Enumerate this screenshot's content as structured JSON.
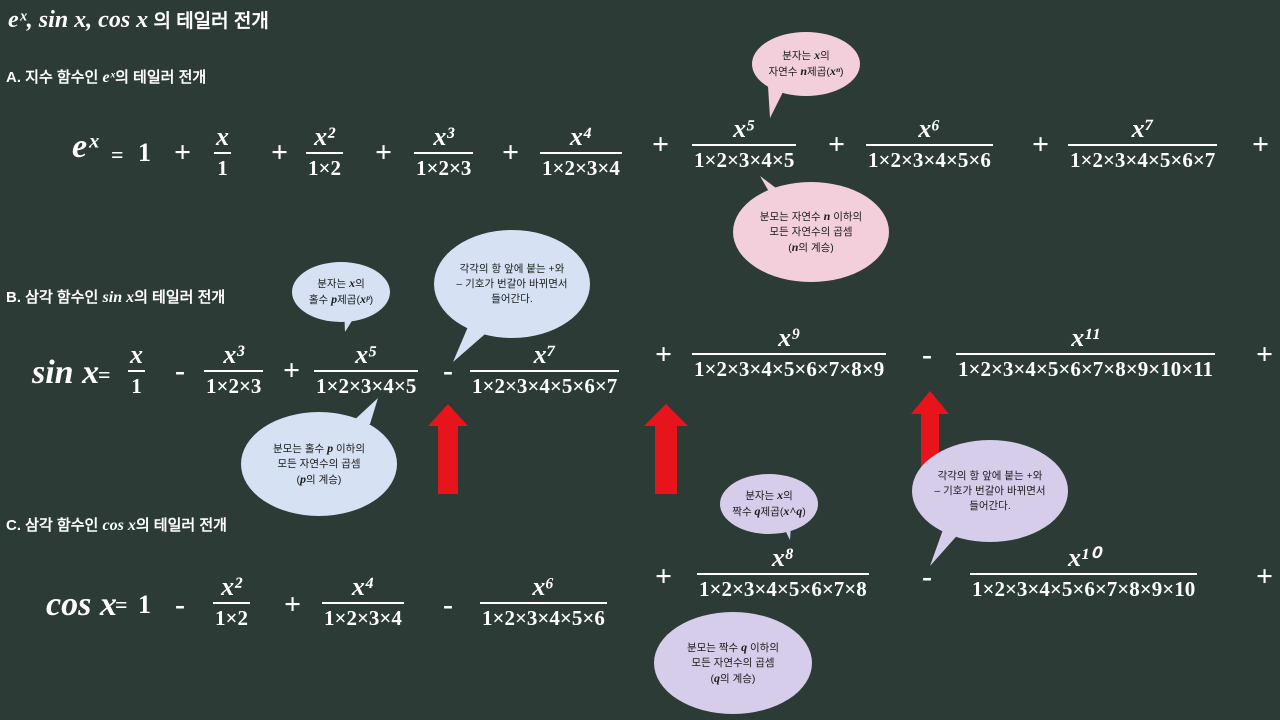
{
  "title": {
    "math": "eˣ, sin x, cos x",
    "text": "의 테일러 전개"
  },
  "sections": {
    "a": {
      "prefix": "A. 지수 함수인 ",
      "math": "eˣ",
      "suffix": "의 테일러 전개"
    },
    "b": {
      "prefix": "B. 삼각 함수인 ",
      "math": "sin x",
      "suffix": "의 테일러 전개"
    },
    "c": {
      "prefix": "C. 삼각 함수인 ",
      "math": "cos x",
      "suffix": "의 테일러 전개"
    }
  },
  "formulas": {
    "exp": {
      "lhs": "eˣ",
      "eq": "=",
      "const": "1",
      "terms": [
        {
          "op": "+",
          "num": "x",
          "den": "1"
        },
        {
          "op": "+",
          "num": "x²",
          "den": "1×2"
        },
        {
          "op": "+",
          "num": "x³",
          "den": "1×2×3"
        },
        {
          "op": "+",
          "num": "x⁴",
          "den": "1×2×3×4"
        },
        {
          "op": "+",
          "num": "x⁵",
          "den": "1×2×3×4×5"
        },
        {
          "op": "+",
          "num": "x⁶",
          "den": "1×2×3×4×5×6"
        },
        {
          "op": "+",
          "num": "x⁷",
          "den": "1×2×3×4×5×6×7"
        }
      ],
      "trail": "+"
    },
    "sin": {
      "lhs": "sin x",
      "eq": "=",
      "terms": [
        {
          "op": "",
          "num": "x",
          "den": "1"
        },
        {
          "op": "-",
          "num": "x³",
          "den": "1×2×3"
        },
        {
          "op": "+",
          "num": "x⁵",
          "den": "1×2×3×4×5"
        },
        {
          "op": "-",
          "num": "x⁷",
          "den": "1×2×3×4×5×6×7"
        },
        {
          "op": "+",
          "num": "x⁹",
          "den": "1×2×3×4×5×6×7×8×9"
        },
        {
          "op": "-",
          "num": "x¹¹",
          "den": "1×2×3×4×5×6×7×8×9×10×11"
        }
      ],
      "trail": "+"
    },
    "cos": {
      "lhs": "cos x",
      "eq": "=",
      "const": "1",
      "terms": [
        {
          "op": "-",
          "num": "x²",
          "den": "1×2"
        },
        {
          "op": "+",
          "num": "x⁴",
          "den": "1×2×3×4"
        },
        {
          "op": "-",
          "num": "x⁶",
          "den": "1×2×3×4×5×6"
        },
        {
          "op": "+",
          "num": "x⁸",
          "den": "1×2×3×4×5×6×7×8"
        },
        {
          "op": "-",
          "num": "x¹⁰",
          "den": "1×2×3×4×5×6×7×8×9×10"
        }
      ],
      "trail": "+"
    }
  },
  "bubbles": {
    "exp_num": {
      "line1a": "분자는 ",
      "line1m": "x",
      "line1b": "의",
      "line2a": "자연수 ",
      "line2m": "n",
      "line2b": "제곱(",
      "line2c": "xⁿ",
      "line2d": ")"
    },
    "exp_den": {
      "line1a": "분모는 자연수 ",
      "line1m": "n",
      "line1b": " 이하의",
      "line2": "모든 자연수의 곱셈",
      "line3a": "(",
      "line3m": "n",
      "line3b": "의 계승)"
    },
    "sin_num": {
      "line1a": "분자는 ",
      "line1m": "x",
      "line1b": "의",
      "line2a": "홀수 ",
      "line2m": "p",
      "line2b": "제곱(",
      "line2c": "xᵖ",
      "line2d": ")"
    },
    "sin_sign": {
      "line1": "각각의 항 앞에 붙는 +와",
      "line2": "– 기호가 번갈아 바뀌면서",
      "line3": "들어간다."
    },
    "sin_den": {
      "line1a": "분모는 홀수 ",
      "line1m": "p",
      "line1b": " 이하의",
      "line2": "모든 자연수의 곱셈",
      "line3a": "(",
      "line3m": "p",
      "line3b": "의 계승)"
    },
    "cos_num": {
      "line1a": "분자는 ",
      "line1m": "x",
      "line1b": "의",
      "line2a": "짝수 ",
      "line2m": "q",
      "line2b": "제곱(",
      "line2c": "x^q",
      "line2d": ")"
    },
    "cos_sign": {
      "line1": "각각의 항 앞에 붙는 +와",
      "line2": "– 기호가 번갈아 바뀌면서",
      "line3": "들어간다."
    },
    "cos_den": {
      "line1a": "분모는 짝수 ",
      "line1m": "q",
      "line1b": " 이하의",
      "line2": "모든 자연수의 곱셈",
      "line3a": "(",
      "line3m": "q",
      "line3b": "의 계승)"
    }
  },
  "colors": {
    "background": "#2c3b35",
    "text": "#ffffff",
    "arrow": "#e8141b",
    "bubble_pink": "#f3cfdc",
    "bubble_blue": "#d6e1f3",
    "bubble_lavender": "#d6cdea"
  },
  "arrows": {
    "count": 3,
    "icon": "up-arrow-icon"
  }
}
